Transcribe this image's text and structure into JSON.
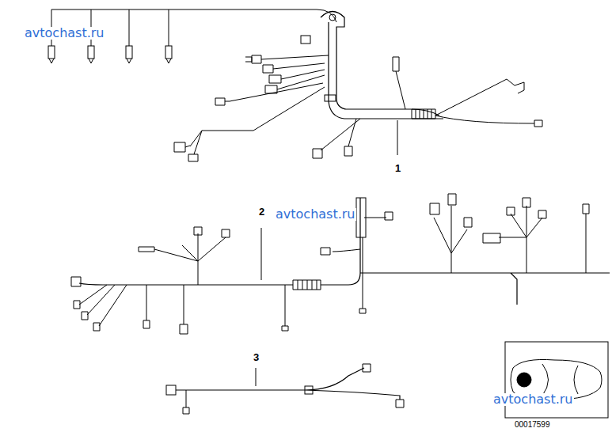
{
  "diagram": {
    "labels": [
      "avtochast.ru",
      "1",
      "avtochast.ru",
      "2",
      "3",
      "avtochast.ru",
      "00017599"
    ]
  }
}
